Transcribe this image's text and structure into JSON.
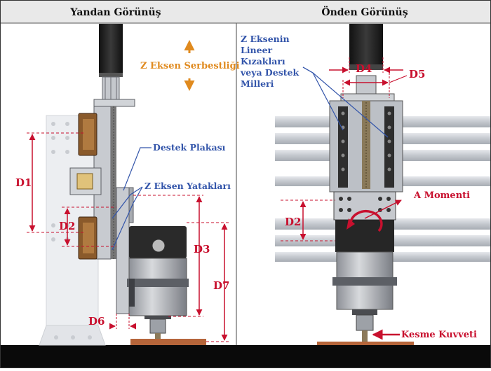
{
  "side_view": {
    "title": "Yandan Görünüş",
    "z_freedom": "Z Eksen Serbestliği",
    "support_plate": "Destek Plakası",
    "z_bearings": "Z Eksen Yatakları",
    "dims": {
      "d1": "D1",
      "d2": "D2",
      "d3": "D3",
      "d6": "D6",
      "d7": "D7"
    }
  },
  "front_view": {
    "title": "Önden Görünüş",
    "rails_label": [
      "Z Eksenin",
      "Lineer",
      "Kızakları",
      "veya Destek",
      "Milleri"
    ],
    "moment": "A Momenti",
    "cutting_force": "Kesme Kuvveti",
    "dims": {
      "d2": "D2",
      "d4": "D4",
      "d5": "D5"
    }
  },
  "colors": {
    "dimension_red": "#c8102e",
    "label_blue": "#3355aa",
    "label_orange": "#e08a1e",
    "frame_gray": "#b9bcc2",
    "motor_black": "#1e1e1e",
    "ground": "#0a0a0a",
    "workpiece": "#b5653a"
  }
}
